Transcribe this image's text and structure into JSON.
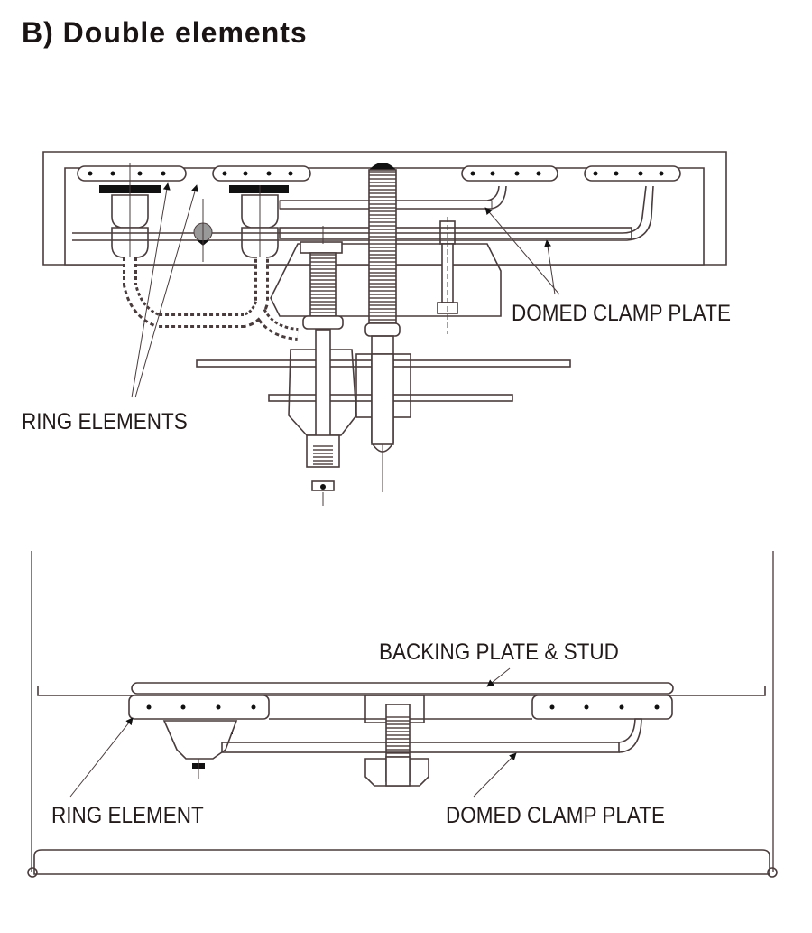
{
  "title": "B) Double elements",
  "top_diagram": {
    "labels": {
      "domed_clamp_plate": "DOMED CLAMP PLATE",
      "ring_elements": "RING ELEMENTS"
    }
  },
  "bottom_diagram": {
    "labels": {
      "backing_plate_stud": "BACKING PLATE & STUD",
      "ring_element": "RING ELEMENT",
      "domed_clamp_plate": "DOMED CLAMP PLATE"
    }
  }
}
